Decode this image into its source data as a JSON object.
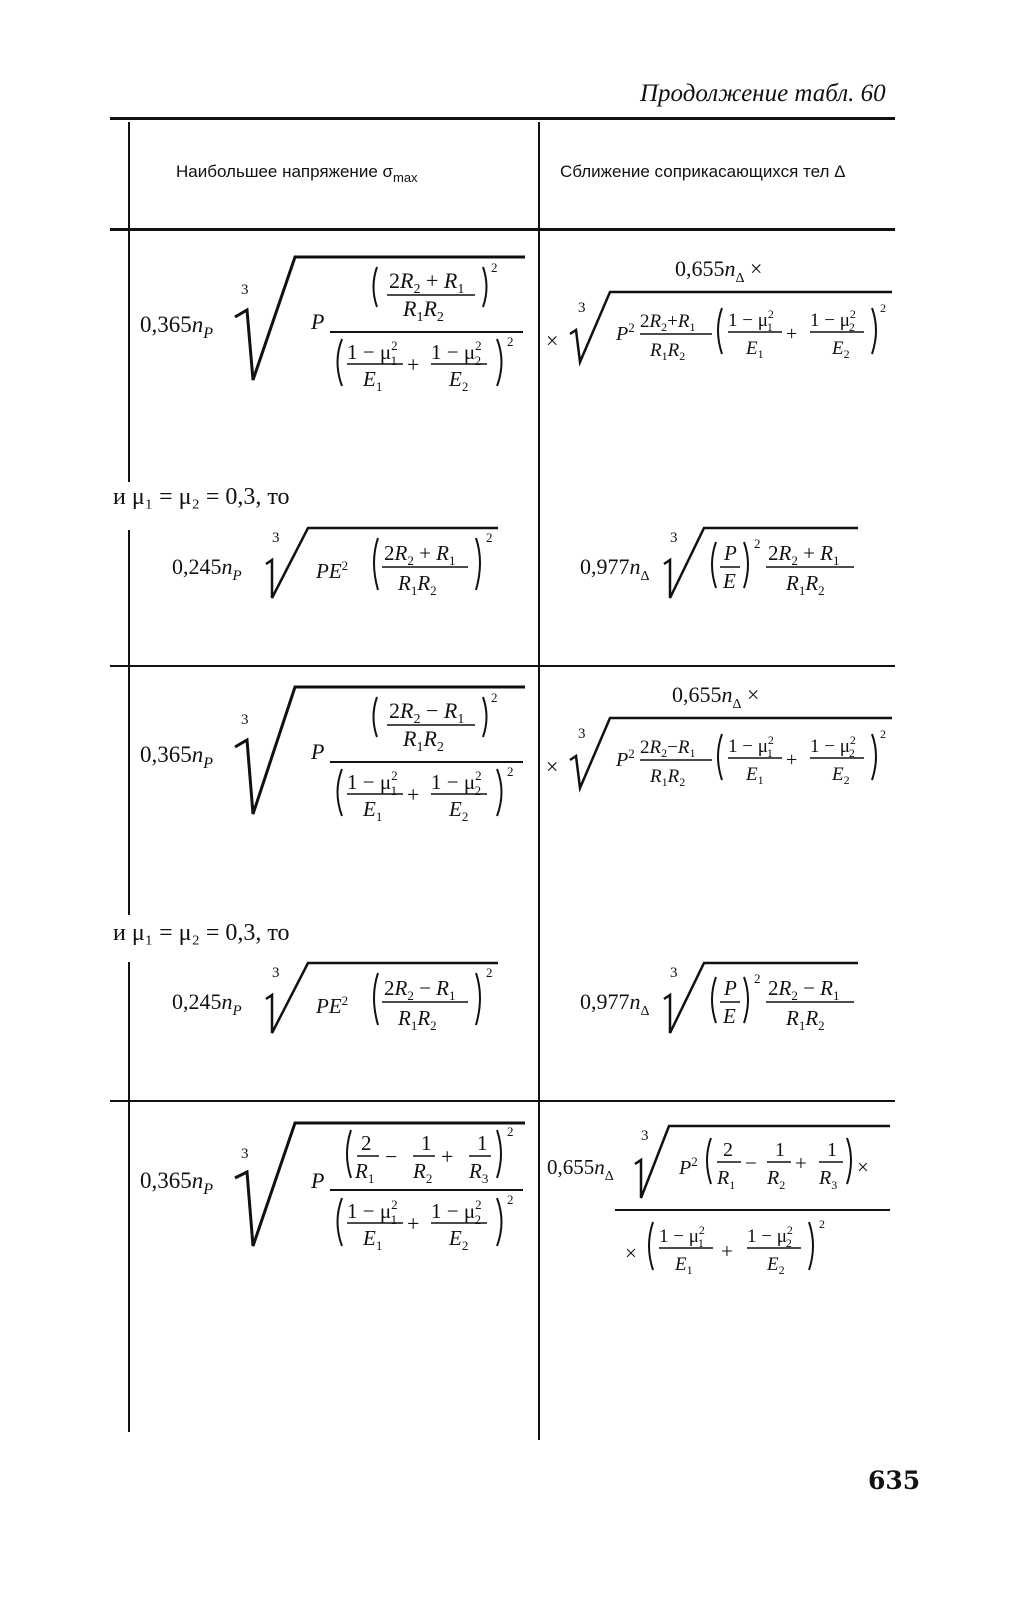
{
  "header": {
    "note": "Продолжение табл. 60",
    "col_stress": "Наибольшее напряжение σ",
    "col_stress_sub": "max",
    "col_approach": "Сближение соприкасающихся тел Δ"
  },
  "condition": "и μ₁ = μ₂ = 0,3, то",
  "sections": [
    {
      "stress_formula": "0,365n_P ∛( P·((2R₂ + R₁)/(R₁R₂))² / ((1 − μ₁²)/E₁ + (1 − μ₂²)/E₂)² )",
      "approach_formula": "0,655n_Δ × ∛( P²·(2R₂+R₁)/(R₁R₂)·((1 − μ₁²)/E₁ + (1 − μ₂²)/E₂)² )",
      "stress_special": "0,245n_P ∛( PE²·((2R₂ + R₁)/(R₁R₂))² )",
      "approach_special": "0,977n_Δ ∛( (P/E)²·(2R₂ + R₁)/(R₁R₂) )"
    },
    {
      "stress_formula": "0,365n_P ∛( P·((2R₂ − R₁)/(R₁R₂))² / ((1 − μ₁²)/E₁ + (1 − μ₂²)/E₂)² )",
      "approach_formula": "0,655n_Δ × ∛( P²·(2R₂−R₁)/(R₁R₂)·((1 − μ₁²)/E₁ + (1 − μ₂²)/E₂)² )",
      "stress_special": "0,245n_P ∛( PE²·((2R₂ − R₁)/(R₁R₂))² )",
      "approach_special": "0,977n_Δ ∛( (P/E)²·(2R₂ − R₁)/(R₁R₂) )"
    },
    {
      "stress_formula": "0,365n_P ∛( P·(2/R₁ − 1/R₂ + 1/R₃)² / ((1 − μ₁²)/E₁ + (1 − μ₂²)/E₂)² )",
      "approach_formula": "0,655n_Δ ∛( P²·(2/R₁ − 1/R₂ + 1/R₃) × ((1 − μ₁²)/E₁ + (1 − μ₂²)/E₂)² )"
    }
  ],
  "coefficients": {
    "stress": "0,365",
    "approach": "0,655",
    "stress_special": "0,245",
    "approach_special": "0,977"
  },
  "page_number": "635"
}
